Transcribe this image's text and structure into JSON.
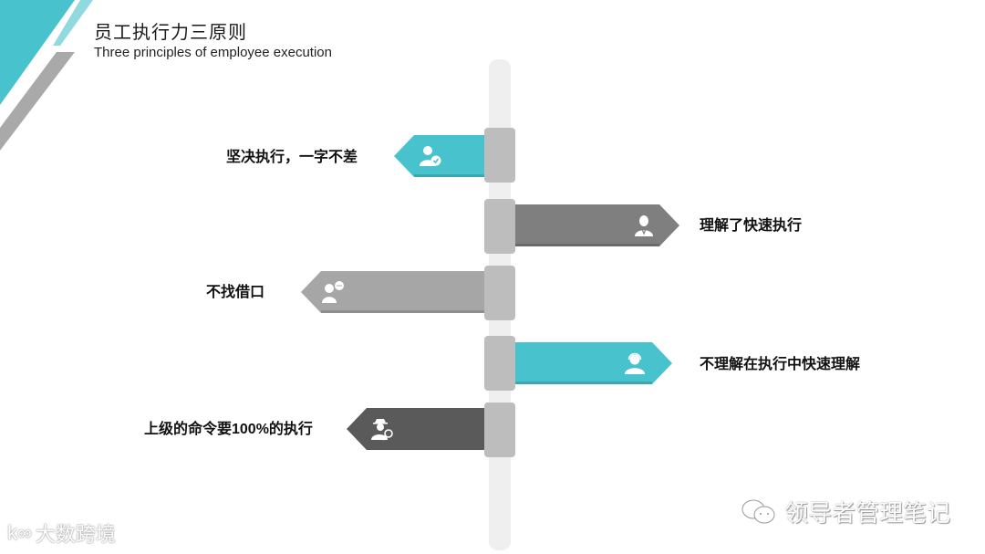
{
  "header": {
    "title_cn": "员工执行力三原则",
    "title_en": "Three principles of employee execution"
  },
  "colors": {
    "teal": "#48c2cc",
    "dark_gray": "#5a5a5a",
    "mid_gray": "#7f7f7f",
    "light_gray": "#a6a6a6",
    "pole": "#efefef",
    "clamp": "#bdbdbd"
  },
  "signs": [
    {
      "label": "坚决执行，一字不差",
      "direction": "left",
      "color": "#48c2cc",
      "icon": "user-check-icon"
    },
    {
      "label": "理解了快速执行",
      "direction": "right",
      "color": "#7f7f7f",
      "icon": "businesswoman-icon"
    },
    {
      "label": "不找借口",
      "direction": "left",
      "color": "#a6a6a6",
      "icon": "user-chat-icon"
    },
    {
      "label": "不理解在执行中快速理解",
      "direction": "right",
      "color": "#48c2cc",
      "icon": "headset-user-icon"
    },
    {
      "label": "上级的命令要100%的执行",
      "direction": "left",
      "color": "#5a5a5a",
      "icon": "detective-search-icon"
    }
  ],
  "watermarks": {
    "left": "大数跨境",
    "left_logo": "k∞",
    "right": "领导者管理笔记"
  }
}
